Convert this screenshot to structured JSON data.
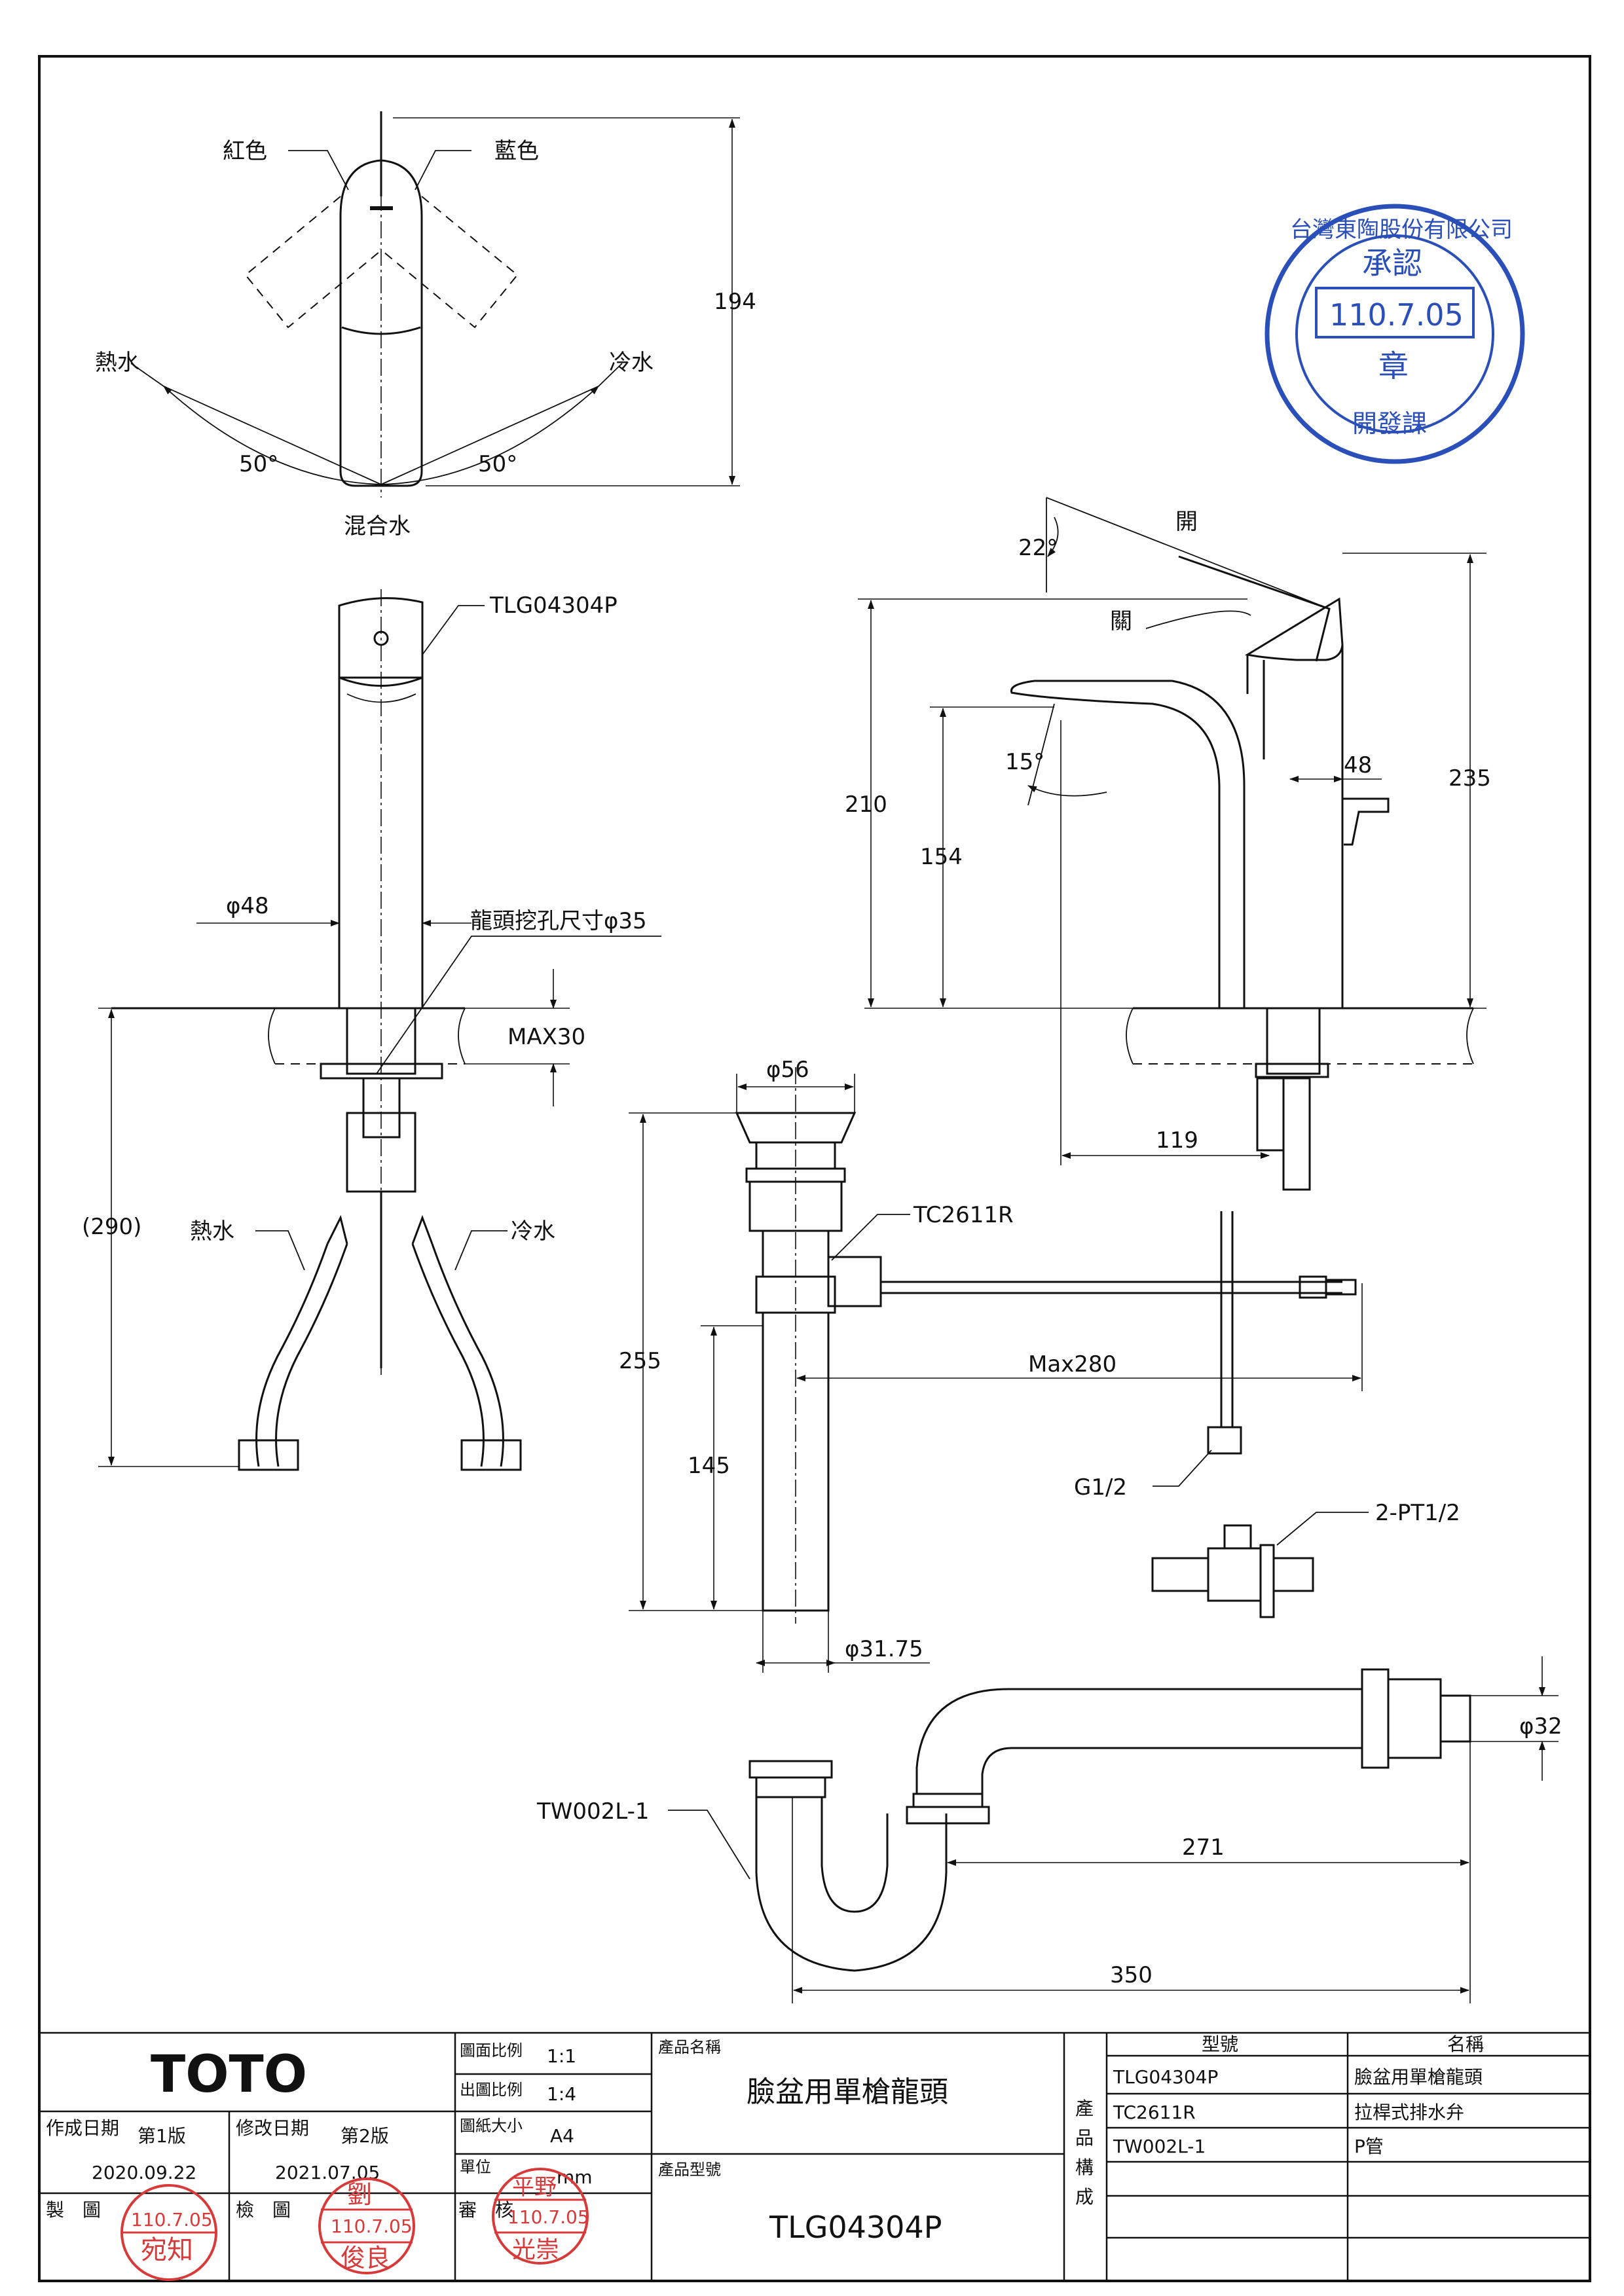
{
  "views": {
    "top_view": {
      "red_label": "紅色",
      "blue_label": "藍色",
      "hot_label": "熱水",
      "cold_label": "冷水",
      "mix_label": "混合水",
      "angle_left": "50°",
      "angle_right": "50°",
      "height_dim": "194"
    },
    "front_view": {
      "model_label": "TLG04304P",
      "dia_label": "φ48",
      "hole_label": "龍頭挖孔尺寸φ35",
      "max_label": "MAX30",
      "height_dim": "(290)",
      "hot_label": "熱水",
      "cold_label": "冷水"
    },
    "side_view": {
      "open_label": "開",
      "close_label": "關",
      "angle_lever": "22°",
      "angle_spout": "15°",
      "dim_210": "210",
      "dim_154": "154",
      "dim_48": "48",
      "dim_235": "235",
      "dim_119": "119"
    },
    "drain_view": {
      "dia_top": "φ56",
      "model": "TC2611R",
      "dim_255": "255",
      "dim_145": "145",
      "max_len": "Max280",
      "g_label": "G1/2",
      "pt_label": "2-PT1/2",
      "dia_pipe": "φ31.75"
    },
    "trap_view": {
      "model": "TW002L-1",
      "dia": "φ32",
      "dim_271": "271",
      "dim_350": "350"
    }
  },
  "stamp": {
    "company": "台灣東陶股份有限公司",
    "approved": "承認",
    "date": "110.7.05",
    "seal": "章",
    "dept": "開發課"
  },
  "title_block": {
    "logo": "TOTO",
    "scale_label": "圖面比例",
    "scale_value": "1:1",
    "print_scale_label": "出圖比例",
    "print_scale_value": "1:4",
    "paper_label": "圖紙大小",
    "paper_value": "A4",
    "unit_label": "單位",
    "unit_value": "mm",
    "created_label": "作成日期",
    "version1": "第1版",
    "created_date": "2020.09.22",
    "modified_label": "修改日期",
    "version2": "第2版",
    "modified_date": "2021.07.05",
    "drawn_label": "製　圖",
    "checked_label": "檢　圖",
    "reviewed_label": "審　核",
    "product_name_label": "產品名稱",
    "product_name": "臉盆用單槍龍頭",
    "product_model_label": "產品型號",
    "product_model": "TLG04304P",
    "composition_label": "產品構成",
    "col_model": "型號",
    "col_name": "名稱",
    "rows": [
      {
        "model": "TLG04304P",
        "name": "臉盆用單槍龍頭"
      },
      {
        "model": "TC2611R",
        "name": "拉桿式排水弁"
      },
      {
        "model": "TW002L-1",
        "name": "P管"
      }
    ],
    "signatures": {
      "drawn": {
        "date": "110.7.05",
        "name": "宛知"
      },
      "checked": {
        "surname": "劉",
        "date": "110.7.05",
        "name": "俊良"
      },
      "reviewed": {
        "surname": "平野",
        "date": "110.7.05",
        "name": "光崇"
      }
    }
  }
}
